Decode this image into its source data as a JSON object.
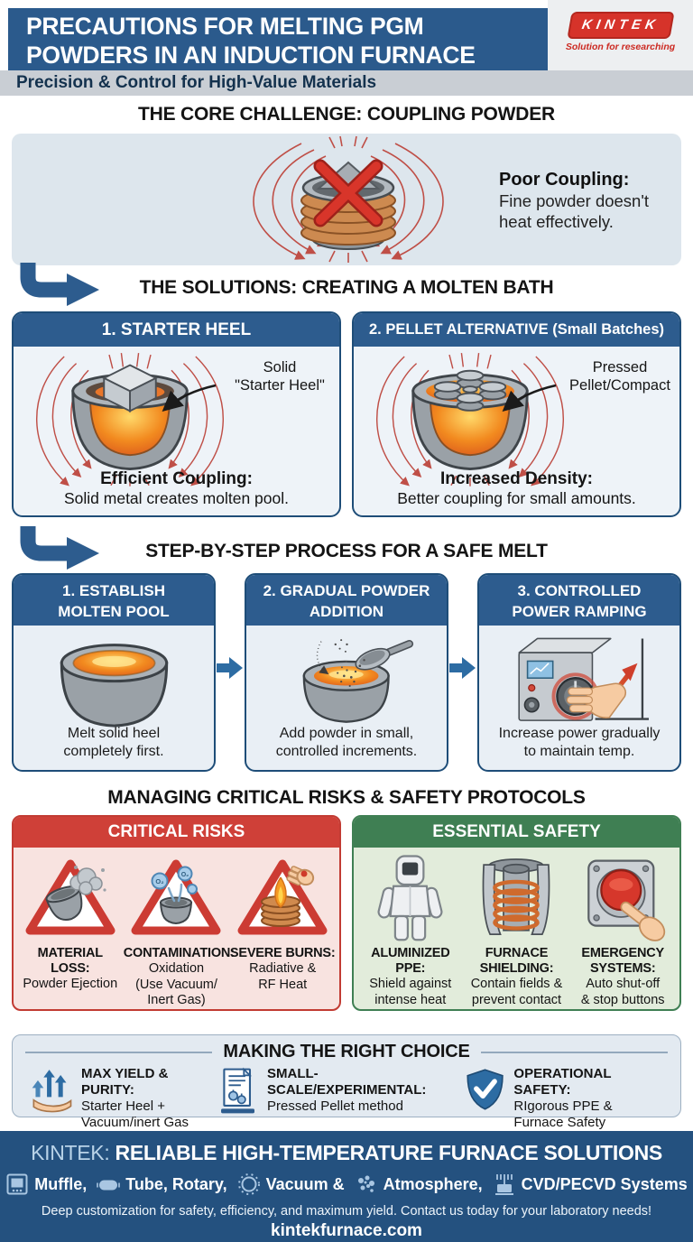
{
  "colors": {
    "header_blue": "#2b5a8c",
    "card_header_blue": "#2d5c8e",
    "navy_border": "#1e4d78",
    "panel_light": "#dde6ed",
    "subtitle_gray": "#c9ced4",
    "logo_red": "#d6332a",
    "field_line_red": "#bf4f47",
    "molten_orange": "#f28a1f",
    "risk_red": "#cf4038",
    "risk_bg": "#f8e3e0",
    "safety_green": "#3f7f53",
    "safety_bg": "#e2ecdb",
    "footer_blue": "#24517f"
  },
  "header": {
    "title_line1": "PRECAUTIONS FOR MELTING PGM",
    "title_line2": "POWDERS IN AN INDUCTION FURNACE",
    "logo_text": "KINTEK",
    "logo_tagline": "Solution for researching",
    "subtitle": "Precision & Control for High-Value Materials"
  },
  "challenge": {
    "heading": "THE CORE CHALLENGE: COUPLING POWDER",
    "callout_title": "Poor Coupling:",
    "callout_line1": "Fine powder doesn't",
    "callout_line2": "heat effectively."
  },
  "solutions": {
    "heading": "THE SOLUTIONS: CREATING A MOLTEN BATH",
    "cards": [
      {
        "title": "1. STARTER HEEL",
        "label_line1": "Solid",
        "label_line2": "\"Starter Heel\"",
        "caption_title": "Efficient Coupling:",
        "caption_text": "Solid metal creates molten pool."
      },
      {
        "title": "2. PELLET ALTERNATIVE (Small Batches)",
        "label_line1": "Pressed",
        "label_line2": "Pellet/Compact",
        "caption_title": "Increased Density:",
        "caption_text": "Better coupling for small amounts."
      }
    ]
  },
  "process": {
    "heading": "STEP-BY-STEP PROCESS FOR A SAFE MELT",
    "steps": [
      {
        "title_line1": "1. ESTABLISH",
        "title_line2": "MOLTEN POOL",
        "caption_line1": "Melt solid heel",
        "caption_line2": "completely first."
      },
      {
        "title_line1": "2. GRADUAL POWDER",
        "title_line2": "ADDITION",
        "caption_line1": "Add powder in small,",
        "caption_line2": "controlled increments."
      },
      {
        "title_line1": "3. CONTROLLED",
        "title_line2": "POWER RAMPING",
        "caption_line1": "Increase power gradually",
        "caption_line2": "to maintain temp."
      }
    ]
  },
  "risks_safety": {
    "heading": "MANAGING CRITICAL RISKS & SAFETY PROTOCOLS",
    "risks": {
      "title": "CRITICAL RISKS",
      "items": [
        {
          "title": "MATERIAL LOSS:",
          "line1": "Powder Ejection",
          "line2": "",
          "line3": ""
        },
        {
          "title": "CONTAMINATION:",
          "line1": "Oxidation",
          "line2": "(Use Vacuum/",
          "line3": "Inert Gas)"
        },
        {
          "title": "SEVERE BURNS:",
          "line1": "Radiative &",
          "line2": "RF Heat",
          "line3": ""
        }
      ]
    },
    "safety": {
      "title": "ESSENTIAL SAFETY",
      "items": [
        {
          "title": "ALUMINIZED PPE:",
          "line1": "Shield against",
          "line2": "intense heat"
        },
        {
          "title": "FURNACE SHIELDING:",
          "line1": "Contain fields &",
          "line2": "prevent contact"
        },
        {
          "title": "EMERGENCY SYSTEMS:",
          "line1": "Auto shut-off",
          "line2": "& stop buttons"
        }
      ]
    }
  },
  "choice": {
    "heading": "MAKING THE RIGHT CHOICE",
    "items": [
      {
        "title": "MAX YIELD & PURITY:",
        "line1": "Starter Heel +",
        "line2": "Vacuum/inert Gas"
      },
      {
        "title": "SMALL-SCALE/EXPERIMENTAL:",
        "line1": "Pressed Pellet method",
        "line2": ""
      },
      {
        "title": "OPERATIONAL SAFETY:",
        "line1": "RIgorous PPE &",
        "line2": "Furnace Safety"
      }
    ]
  },
  "footer": {
    "title_prefix": "KINTEK:",
    "title_main": "RELIABLE HIGH-TEMPERATURE FURNACE SOLUTIONS",
    "products": [
      {
        "icon": "muffle-furnace-icon",
        "label": "Muffle,"
      },
      {
        "icon": "tube-furnace-icon",
        "label": "Tube, Rotary,"
      },
      {
        "icon": "vacuum-furnace-icon",
        "label": "Vacuum &"
      },
      {
        "icon": "atmosphere-furnace-icon",
        "label": "Atmosphere,"
      },
      {
        "icon": "cvd-system-icon",
        "label": "CVD/PECVD Systems"
      }
    ],
    "tagline": "Deep customization for safety, efficiency, and maximum yield. Contact us today for your laboratory needs!",
    "website": "kintekfurnace.com"
  },
  "icons": {
    "kintek-logo": "red skewed badge with white italic letters",
    "elbow-flow-arrow-icon": "navy elbow arrow pointing right",
    "flow-arrow-right-icon": "blue right arrow",
    "coupling-challenge-illustration": "coil crucible with red X and field lines",
    "starter-heel-illustration": "cutaway crucible with solid metal cube in molten pool",
    "pellet-illustration": "cutaway crucible with pressed pellets in molten pool",
    "molten-pool-illustration": "crucible with glowing molten pool",
    "powder-addition-illustration": "scoop sprinkling powder into crucible",
    "power-ramping-illustration": "control unit with knob, hand and rising arrow",
    "warning-powder-ejection-icon": "warning triangle, tipping crucible with dust cloud",
    "warning-oxidation-icon": "warning triangle, crucible with O2 bubbles",
    "warning-burns-icon": "warning triangle, coil flame with burned hand",
    "aluminized-ppe-icon": "reflective protective suit figure",
    "furnace-shielding-icon": "shield cylinder with copper coil",
    "emergency-stop-icon": "red stop button with pressing finger",
    "growth-hand-icon": "hand with rising arrows",
    "experiment-doc-icon": "document with flasks",
    "shield-check-icon": "blue shield with white checkmark"
  }
}
